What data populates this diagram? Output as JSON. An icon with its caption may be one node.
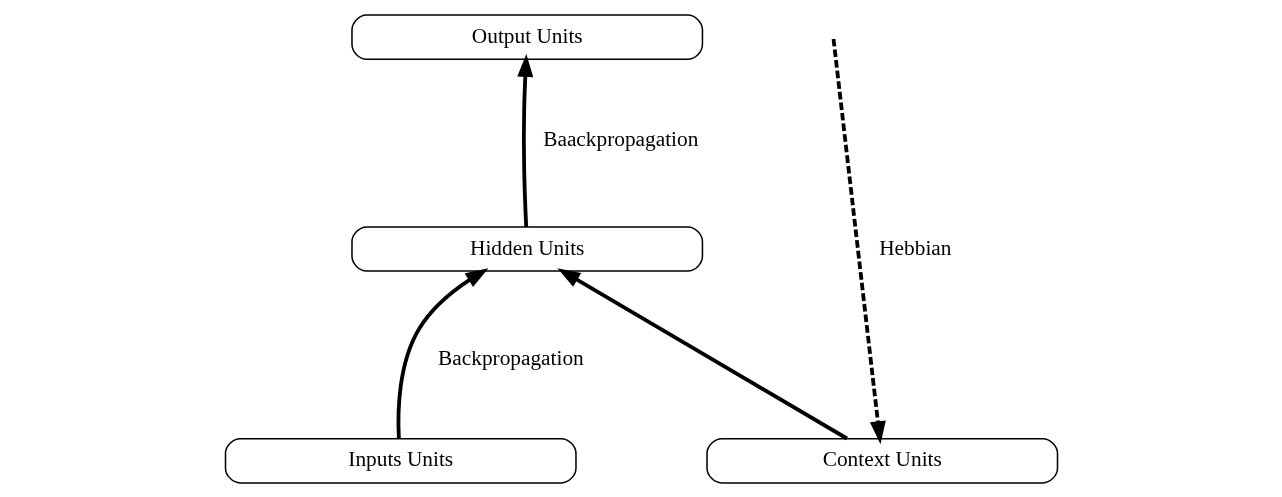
{
  "diagram": {
    "nodes": [
      {
        "text": [
          "Output Units"
        ]
      },
      {
        "text": [
          "Hidden Units"
        ]
      },
      {
        "text": [
          "Inputs Units"
        ]
      },
      {
        "text": [
          "Context Units"
        ]
      }
    ],
    "edges": [
      {
        "from": 1,
        "to": 0,
        "arrow": "to",
        "label": "Baackpropagation"
      },
      {
        "from": 2,
        "to": 1,
        "arrow": "to",
        "label": "Backpropagation"
      },
      {
        "from": 3,
        "to": 1,
        "arrow": "to"
      },
      {
        "from": null,
        "to": 3,
        "arrow": "to",
        "label": "Hebbian",
        "style": "dashed"
      }
    ]
  }
}
